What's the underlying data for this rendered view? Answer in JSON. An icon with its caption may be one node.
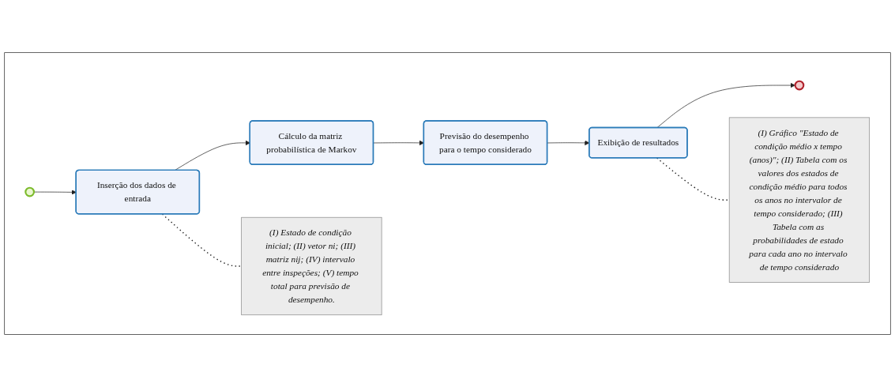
{
  "diagram": {
    "nodes": [
      {
        "text": [],
        "shape": "box"
      },
      {
        "text": [],
        "shape": "circle",
        "in": 0
      },
      {
        "text": [
          "Inserção dos dados de entrada"
        ],
        "in": 0
      },
      {
        "text": [
          "Cálculo da matriz probabilística de Markov"
        ],
        "in": 0
      },
      {
        "text": [
          "Previsão do desempenho para o tempo considerado"
        ],
        "in": 0
      },
      {
        "text": [
          "(I) Estado de condição inicial; (II) vetor ni; (III) matriz nij; (IV) intervalo entre inspeções; (V) tempo total para previsão de desempenho."
        ],
        "in": 0
      },
      {
        "text": [
          "Exibição de resultados"
        ],
        "in": 0
      },
      {
        "text": [],
        "shape": "circle",
        "in": 0
      },
      {
        "text": [
          "(I) Gráfico \"Estado de condição médio x tempo (anos)\"; (II) Tabela com os valores dos estados de condição médio para todos os anos no intervalor de tempo considerado; (III) Tabela com as probabilidades de estado para cada ano no intervalo de tempo considerado"
        ],
        "in": 0
      }
    ],
    "edges": [
      {
        "from": 1,
        "to": 2,
        "arrow": "to"
      },
      {
        "from": 2,
        "to": 3,
        "arrow": "to"
      },
      {
        "from": 3,
        "to": 4,
        "arrow": "to"
      },
      {
        "from": 2,
        "to": 5,
        "arrow": "none",
        "style": "dashed"
      },
      {
        "from": 4,
        "to": 6,
        "arrow": "to"
      },
      {
        "from": 6,
        "to": 7,
        "arrow": "to"
      },
      {
        "from": 6,
        "to": 8,
        "arrow": "none",
        "style": "dashed"
      }
    ]
  }
}
